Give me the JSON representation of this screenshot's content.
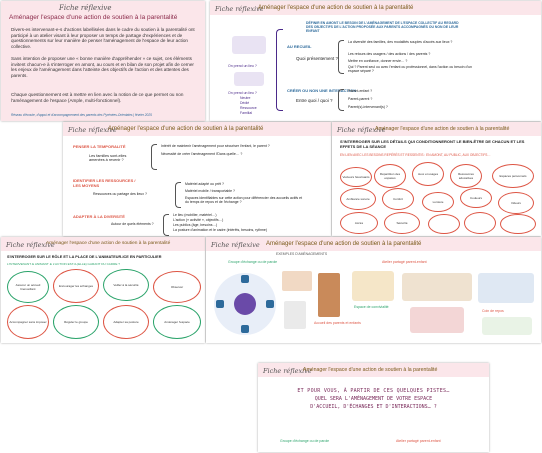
{
  "cards": {
    "c1": {
      "tag": "Fiche réflexive",
      "title": "Aménager l'espace d'une action de soutien à la parentalité",
      "p1": "Divers-es intervenant-e-s d'actions labellisées dans le cadre du soutien à la parentalité ont participé à un atelier visant à leur proposer un temps de partage d'expériences et de questionnements sur leur manière de penser l'aménagement de l'espace de leur action collective.",
      "p2": "Sans intention de proposer une « bonne manière d'appréhender » ce sujet, ces éléments invitent chacun-e à s'interroger en amont, au cours et en bilan de son projet afin de cerner les enjeux de l'aménagement dans l'atteinte des objectifs de l'action et des attentes des parents.",
      "p3": "Chaque questionnement est à mettre en lien avec la notion de ce que permet ou non l'aménagement de l'espace (Ample, multi-fonctionnel).",
      "footer": "Réseau d'écoute, d'appui et d'accompagnement des parents des Pyrénées-Orientales | février 2025"
    },
    "c2": {
      "tag": "Fiche réflexive",
      "title": "Aménager l'espace d'une action de soutien à la parentalité",
      "def": "DÉFINIR EN AMONT LE BESOIN DE L'AMÉNAGEMENT DE L'ESPACE COLLECTIF AU REGARD DES OBJECTIFS DE L'ACTION PROPOSÉE AUX PARENTS ACCOMPAGNÉS OU NON DE LEUR ENFANT",
      "q1": "On prend un lieu ?",
      "q2": "On prend un lieu ?",
      "items": [
        "Neutre",
        "Dédié",
        "Ressource",
        "Familial"
      ],
      "label1": "AU RECUEIL",
      "label2": "CRÉER OU NON UNE INTERACTION",
      "qa": "Quoi présentement ?",
      "qb": "Entre quoi / quoi ?",
      "r1": "La diversité des familles, des modalités souples d'accès aux lieux ?",
      "r2": "Les retours des usagers / des actions / des parents ?",
      "r3": "Mettre en confiance, donner envie… ?",
      "r4": "Qui ? Parent seul ou avec l'enfant ou professionnel, dans l'action ou besoin d'un espace séparé ?",
      "r5": "Parent-enfant ?",
      "r6": "Parent-parent ?",
      "r7": "Parent(s)-intervenant(s) ?"
    },
    "c3": {
      "tag": "Fiche réflexive",
      "title": "Aménager l'espace d'une action de soutien à la parentalité",
      "s1": "PENSER LA TEMPORALITÉ",
      "s1a": "Les familles sont-elles amenées à revenir ?",
      "s1b": "Intérêt de maintenir l'aménagement pour sécuriser l'enfant, le parent ?",
      "s1c": "Nécessité de créer l'aménagement l'Dans quelle… ?",
      "s2": "IDENTIFIER LES RESSOURCES / LES MOYENS",
      "s2a": "Ressources ou partage des lieux ?",
      "s2b": "Matériel adapté ou prêt ?",
      "s2c": "Matériel mobile / transportable ?",
      "s2d": "Espaces identifiables sur cette action pour différencier des accueils actifs et du temps de repos et de l'échange ?",
      "s3": "ADAPTER À LA DIVERSITÉ",
      "s3a": "Autour de quels éléments ?",
      "s3b": "Le lieu (mobilier, matériel…)",
      "s3c": "L'action (« activité », objectifs…)",
      "s3d": "Les publics (âge, besoins…)",
      "s3e": "La posture d'animation et le cadre (intérêts, besoins, rythme)"
    },
    "c4": {
      "tag": "Fiche réflexive",
      "title": "Aménager l'espace d'une action de soutien à la parentalité",
      "head": "S'INTERROGER SUR LES DÉTAILS QUI CONDITIONNERONT LE BIEN-ÊTRE DE CHACUN ET LES EFFETS DE LA SÉANCE",
      "sub": "EN LIEN AVEC LES BESOINS REPÉRÉS ET RESSENTIS : EN AMONT, AU PUBLIC, AUX OBJECTIFS…",
      "bubbles": [
        "Vecteurs favorisants",
        "Répartition des espaces",
        "Jeux et usages",
        "Ressources éducatives",
        "Espaces personnels",
        "Ambiance sonore",
        "Confort",
        "Lumière",
        "Couleurs",
        "Odeurs",
        "Accès",
        "Sécurité"
      ]
    },
    "c5": {
      "tag": "Fiche réflexive",
      "title": "Aménager l'espace d'une action de soutien à la parentalité",
      "head": "S'INTERROGER SUR LE RÔLE ET LA PLACE DE L'ANIMATEUR-ICE EN PARTICULIER",
      "sub": "L'INTERVENANT·E ANIMANT·E L'ACTION EST-IL(ELLE) GARANT DU CADRE ?",
      "bubbles": [
        "Assurer un accueil bienveillant",
        "Encourager les échanges",
        "Veiller à la sécurité",
        "Observer",
        "Accompagner sans imposer",
        "Réguler le groupe",
        "Adapter sa posture",
        "Aménager l'espace"
      ]
    },
    "c6": {
      "tag": "Fiche réflexive",
      "title": "Aménager l'espace d'une action de soutien à la parentalité",
      "sub": "EXEMPLES D'AMÉNAGEMENTS",
      "ex1": "Groupe d'échange ou de parole",
      "ex2": "Atelier partagé parent-enfant",
      "ex3": "Accueil des parents et enfants",
      "ex4": "Espace de convivialité",
      "ex5": "Coin de repos"
    },
    "c7": {
      "tag": "Fiche réflexive",
      "title": "Aménager l'espace d'une action de soutien à la parentalité",
      "l1": "ET POUR VOUS, À PARTIR DE CES QUELQUES PISTES…",
      "l2": "QUEL SERA L'AMÉNAGEMENT DE VOTRE ESPACE",
      "l3": "D'ACCUEIL, D'ÉCHANGES ET D'INTERACTIONS… ?",
      "b1": "Groupe d'échange ou de parole",
      "b2": "Atelier partagé parent-enfant"
    }
  },
  "colors": {
    "pink": "#fbe6ea",
    "accent": "#7a5a1a",
    "teal": "#2d6a9b",
    "red": "#d54",
    "green": "#2aa36a",
    "purple": "#4b2a8a"
  }
}
